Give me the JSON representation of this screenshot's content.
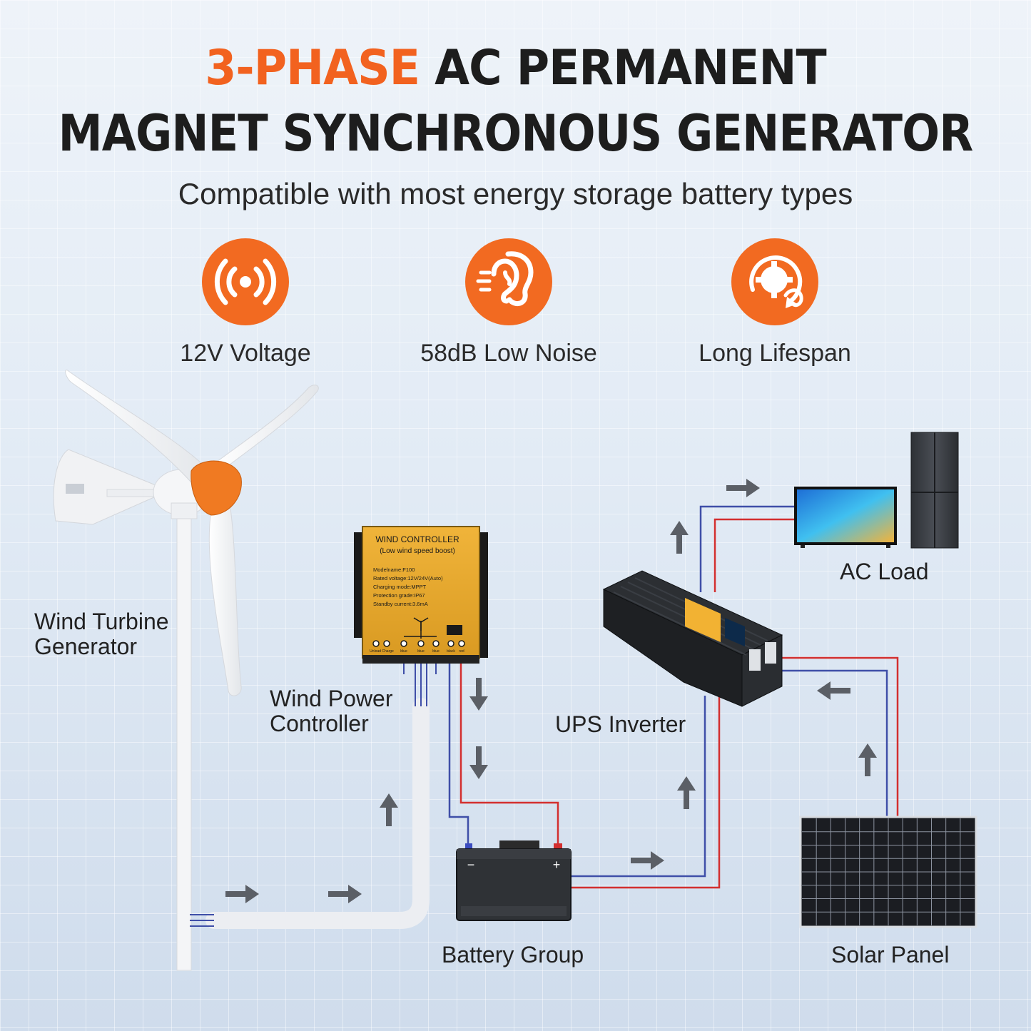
{
  "heading": {
    "line1_accent": "3-PHASE",
    "line1_rest": " AC PERMANENT",
    "line2": "MAGNET SYNCHRONOUS GENERATOR"
  },
  "subtitle": "Compatible with most energy storage battery types",
  "features": [
    {
      "icon": "vibration-signal-icon",
      "label": "12V Voltage"
    },
    {
      "icon": "ear-low-noise-icon",
      "label": "58dB Low Noise"
    },
    {
      "icon": "gear-lifespan-icon",
      "label": "Long Lifespan"
    }
  ],
  "diagram_labels": {
    "turbine": [
      "Wind Turbine",
      "Generator"
    ],
    "controller": [
      "Wind Power",
      "Controller"
    ],
    "inverter": "UPS Inverter",
    "ac_load": "AC Load",
    "battery": "Battery Group",
    "solar": "Solar Panel"
  },
  "controller_panel": {
    "title": "WIND CONTROLLER",
    "subtitle": "(Low wind speed boost)",
    "specs": [
      "Modelname:F100",
      "Rated voltage:12V/24V(Auto)",
      "Charging mode:MPPT",
      "Protection grade:IP67",
      "Standby current:3.6mA"
    ],
    "terminals": [
      "Unload Charge",
      "blue",
      "blue",
      "blue",
      "black",
      "red"
    ]
  },
  "battery_terminals": {
    "negative": "−",
    "positive": "+"
  },
  "colors": {
    "accent": "#f26a21",
    "wire_red": "#d32f2f",
    "wire_blue": "#3f4fa8",
    "arrow": "#5b5f66"
  }
}
